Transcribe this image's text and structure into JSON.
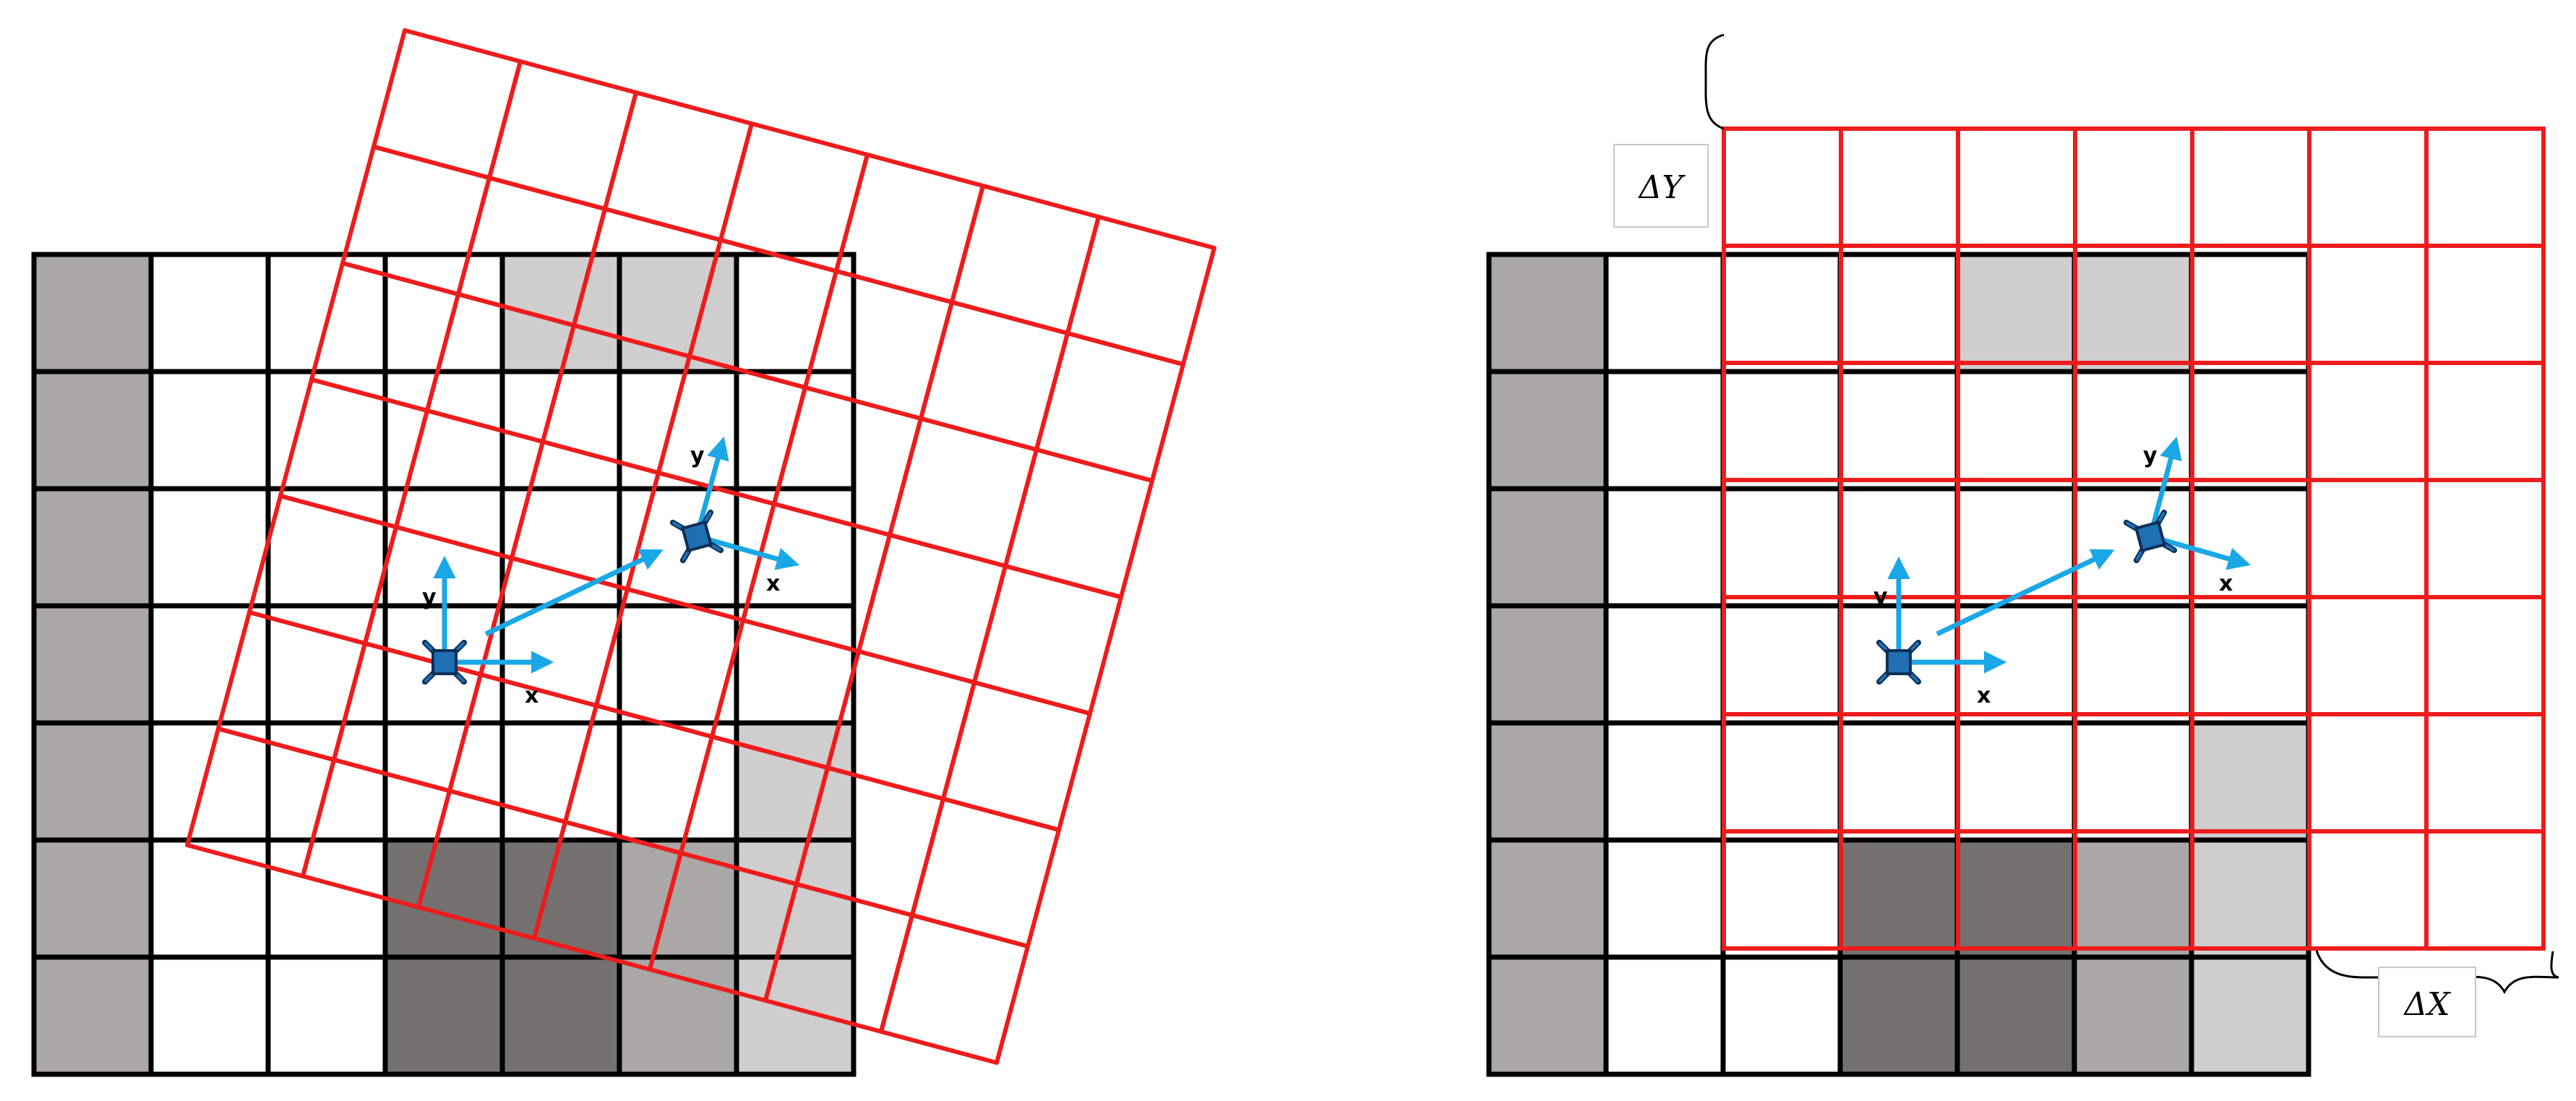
{
  "colors": {
    "background": "#ffffff",
    "grid_line": "#000000",
    "overlay_grid": "#ee1c1c",
    "vector": "#1aa7e6",
    "robot_fill": "#1f6fb4",
    "robot_outline": "#0d2f57",
    "cell_light": "#cfcdce",
    "cell_medium": "#aaa7a6",
    "cell_dark": "#747170",
    "cell_white": "#ffffff"
  },
  "occupancy_grid": {
    "rows": 7,
    "cols": 7,
    "cells": [
      [
        2,
        0,
        0,
        0,
        1,
        1,
        0
      ],
      [
        2,
        0,
        0,
        0,
        0,
        0,
        0
      ],
      [
        2,
        0,
        0,
        0,
        0,
        0,
        0
      ],
      [
        2,
        0,
        0,
        0,
        0,
        0,
        0
      ],
      [
        2,
        0,
        0,
        0,
        0,
        0,
        1
      ],
      [
        2,
        0,
        0,
        3,
        3,
        2,
        1
      ],
      [
        2,
        0,
        0,
        3,
        3,
        2,
        1
      ]
    ],
    "legend_values": {
      "0": "white",
      "1": "light",
      "2": "medium",
      "3": "dark"
    }
  },
  "left_panel": {
    "overlay": {
      "rows": 7,
      "cols": 7,
      "rotation_deg": -15
    },
    "pose_start": {
      "x_label": "x",
      "y_label": "y"
    },
    "pose_end": {
      "x_label": "x",
      "y_label": "y"
    }
  },
  "right_panel": {
    "overlay": {
      "rows": 7,
      "cols": 7,
      "rotation_deg": 0
    },
    "pose_start": {
      "x_label": "x",
      "y_label": "y"
    },
    "pose_end": {
      "x_label": "x",
      "y_label": "y"
    },
    "delta_y_label": "ΔY",
    "delta_x_label": "ΔX"
  }
}
